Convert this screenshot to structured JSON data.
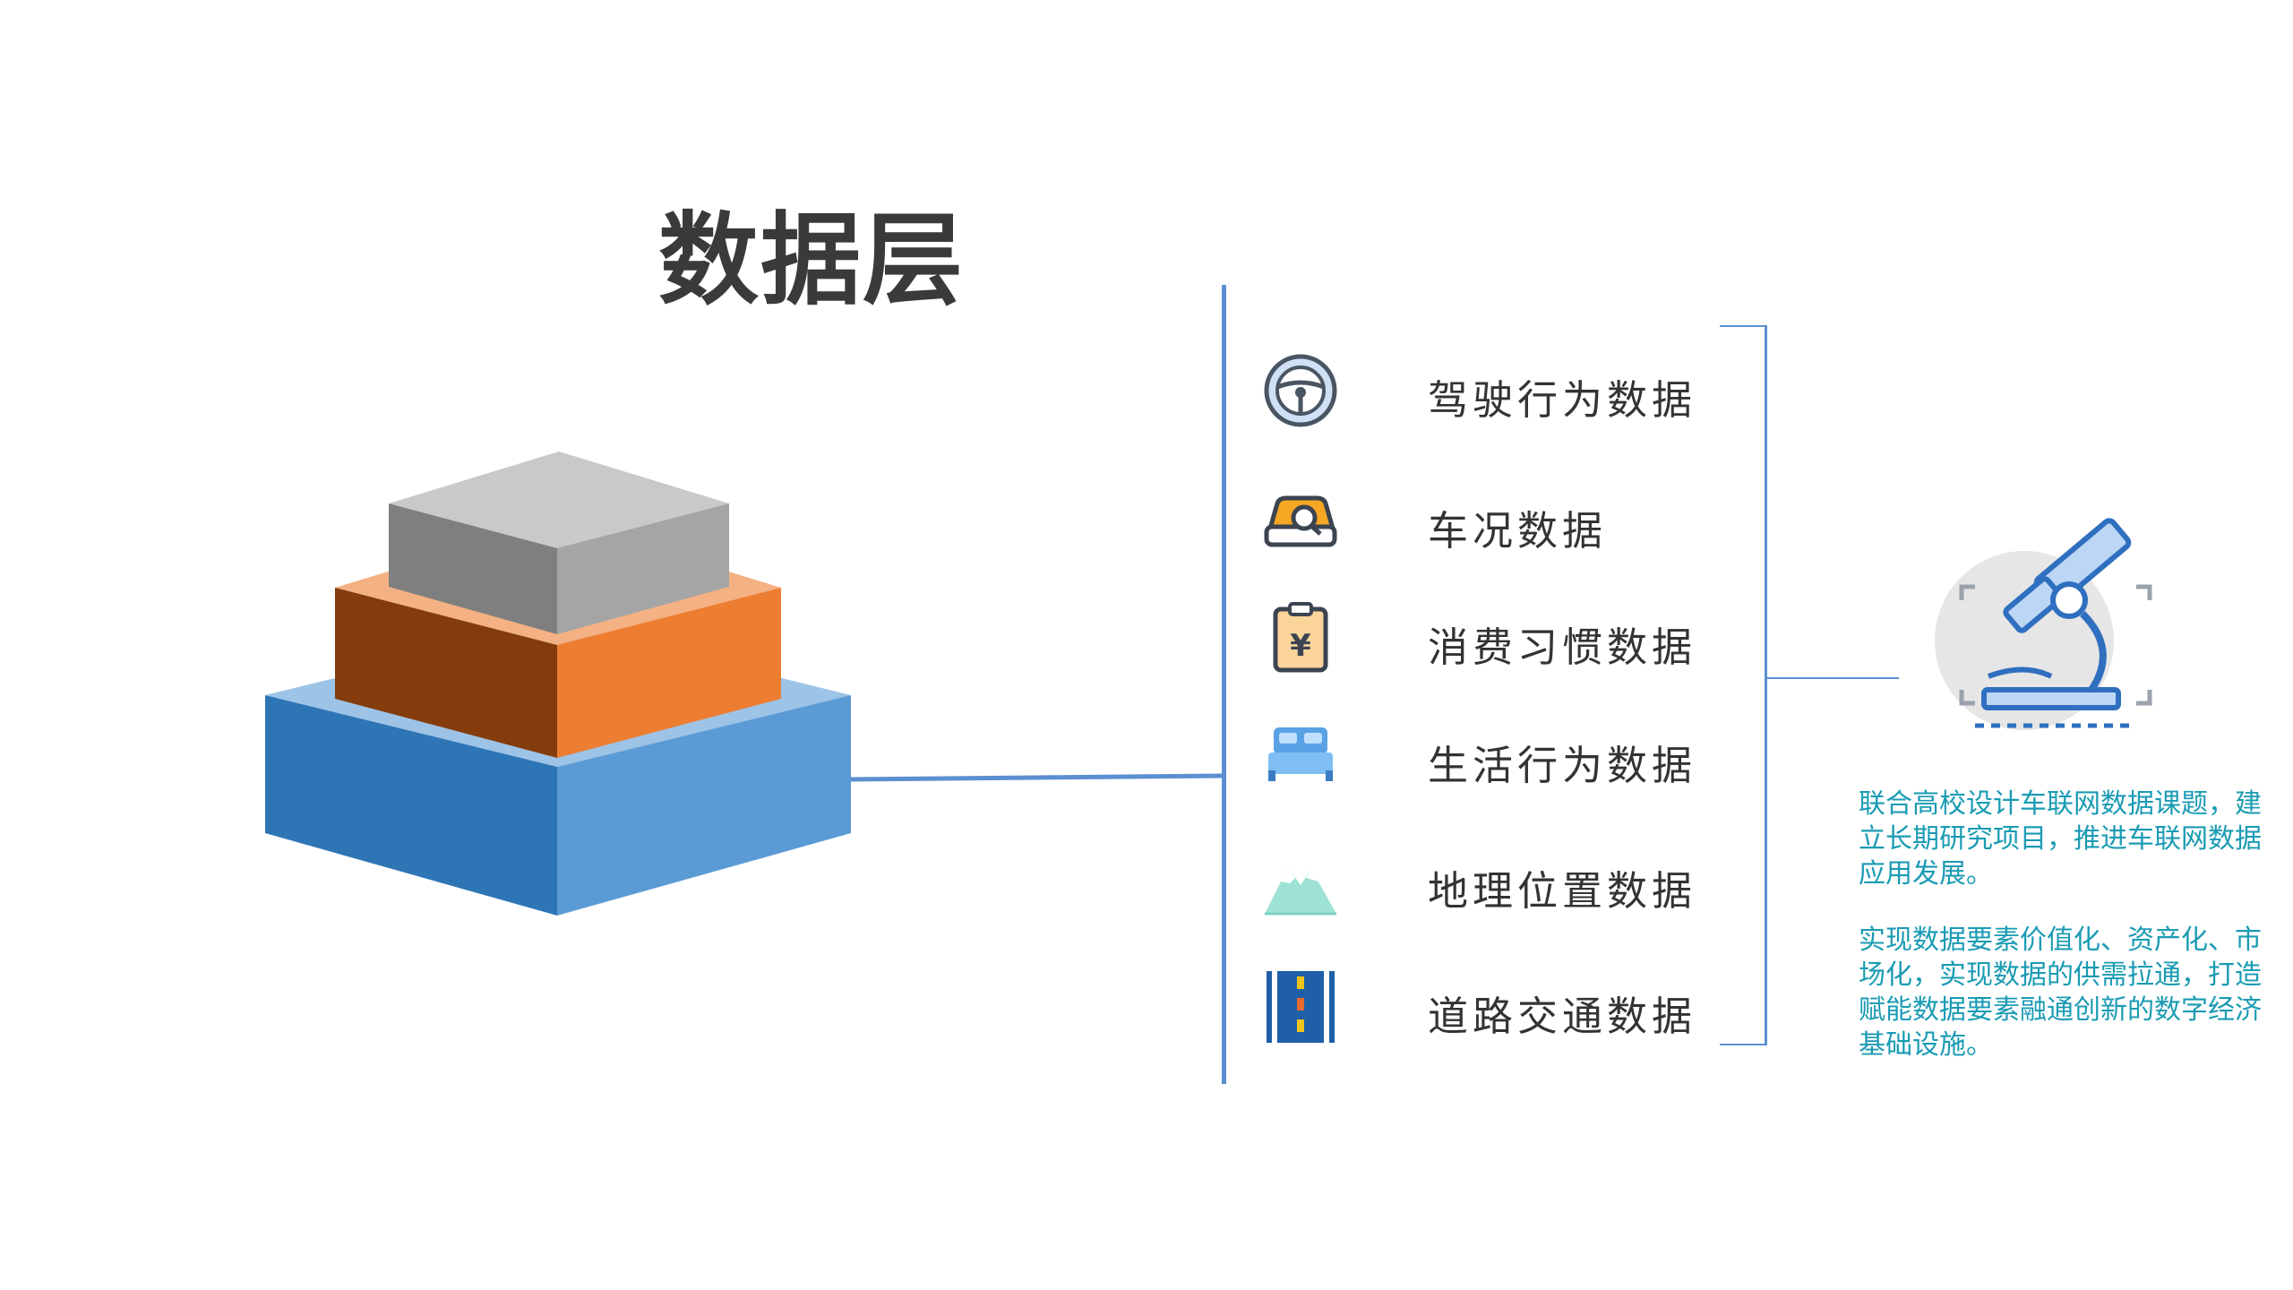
{
  "title": "数据层",
  "data_items": [
    {
      "label": "驾驶行为数据",
      "icon": "steering-wheel-icon"
    },
    {
      "label": "车况数据",
      "icon": "car-inspect-icon"
    },
    {
      "label": "消费习惯数据",
      "icon": "yuan-receipt-icon"
    },
    {
      "label": "生活行为数据",
      "icon": "bed-icon"
    },
    {
      "label": "地理位置数据",
      "icon": "mountain-icon"
    },
    {
      "label": "道路交通数据",
      "icon": "road-icon"
    }
  ],
  "description": {
    "paragraph1": "联合高校设计车联网数据课题，建立长期研究项目，推进车联网数据应用发展。",
    "paragraph2": "实现数据要素价值化、资产化、市场化，实现数据的供需拉通，打造赋能数据要素融通创新的数字经济基础设施。"
  },
  "colors": {
    "accent_blue": "#5b8fd1",
    "pyramid_bottom": "#5b9bd5",
    "pyramid_middle": "#ed7d31",
    "pyramid_top": "#a5a5a5",
    "description_text": "#1a9bb3"
  }
}
